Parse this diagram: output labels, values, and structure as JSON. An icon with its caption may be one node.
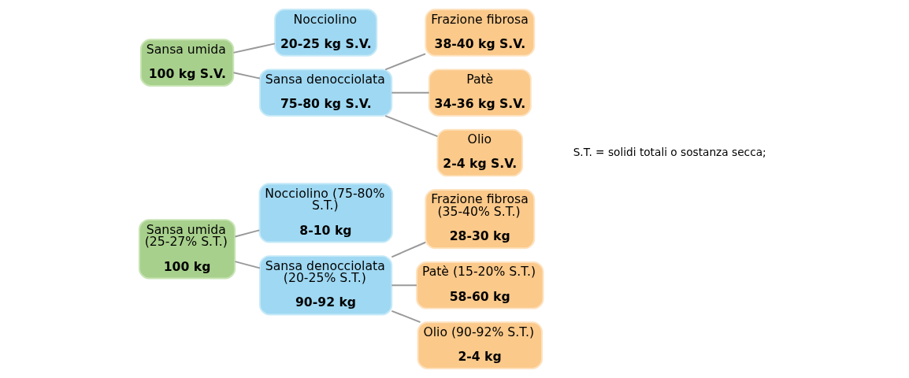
{
  "diagram": {
    "nodes": [
      {
        "text": [
          "Sansa umida (25-27% S.T.)",
          "100 kg"
        ]
      },
      {
        "text": [
          "Nocciolino (75-80% S.T.)",
          "8-10 kg"
        ]
      },
      {
        "text": [
          "Sansa denocciolata (20-25% S.T.)",
          "90-92 kg"
        ]
      },
      {
        "text": [
          "Frazione fibrosa (35-40% S.T.)",
          "28-30 kg"
        ]
      },
      {
        "text": [
          "Patè (15-20% S.T.)",
          "58-60 kg"
        ]
      },
      {
        "text": [
          "Olio (90-92% S.T.)",
          "2-4 kg"
        ]
      },
      {
        "text": [
          "Sansa umida",
          "100 kg S.V."
        ]
      },
      {
        "text": [
          "Nocciolino",
          "20-25 kg S.V."
        ]
      },
      {
        "text": [
          "Sansa denocciolata",
          "75-80 kg S.V."
        ]
      },
      {
        "text": [
          "Frazione fibrosa",
          "38-40 kg S.V."
        ]
      },
      {
        "text": [
          "Patè",
          "34-36 kg S.V."
        ]
      },
      {
        "text": [
          "Olio",
          "2-4 kg S.V."
        ]
      }
    ],
    "edges": [
      {
        "from": 0,
        "to": 1,
        "arrow": "none"
      },
      {
        "from": 0,
        "to": 2,
        "arrow": "none"
      },
      {
        "from": 2,
        "to": 3,
        "arrow": "none"
      },
      {
        "from": 2,
        "to": 4,
        "arrow": "none"
      },
      {
        "from": 2,
        "to": 5,
        "arrow": "none"
      },
      {
        "from": 6,
        "to": 7,
        "arrow": "none"
      },
      {
        "from": 6,
        "to": 8,
        "arrow": "none"
      },
      {
        "from": 8,
        "to": 9,
        "arrow": "none"
      },
      {
        "from": 8,
        "to": 10,
        "arrow": "none"
      },
      {
        "from": 8,
        "to": 11,
        "arrow": "none"
      }
    ],
    "labels": [
      "S.T. = solidi totali o sostanza secca;"
    ]
  }
}
